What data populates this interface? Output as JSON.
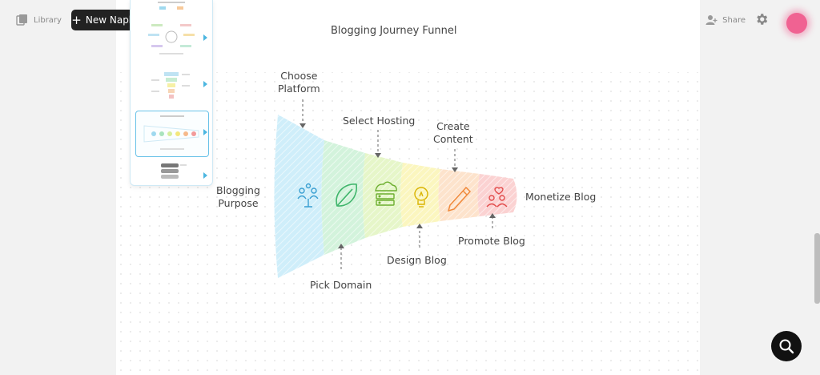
{
  "header": {
    "library_label": "Library",
    "new_napkin_label": "New Napkin",
    "share_label": "Share"
  },
  "diagram": {
    "title": "Blogging Journey Funnel",
    "labels": {
      "purpose": "Blogging\nPurpose",
      "platform": "Choose\nPlatform",
      "hosting": "Select Hosting",
      "content": "Create\nContent",
      "domain": "Pick Domain",
      "design": "Design Blog",
      "promote": "Promote Blog",
      "monetize": "Monetize Blog"
    },
    "colors": {
      "seg1": "#cfeefa",
      "seg2": "#d3f3dc",
      "seg3": "#e6f6c9",
      "seg4": "#fbf6bf",
      "seg5": "#fde3cc",
      "seg6": "#fbd2d2"
    },
    "icons": [
      "people-network-icon",
      "leaf-icon",
      "server-icon",
      "lightbulb-icon",
      "pencil-icon",
      "people-hearts-icon"
    ]
  },
  "brand": {
    "accent": "#f06292"
  }
}
